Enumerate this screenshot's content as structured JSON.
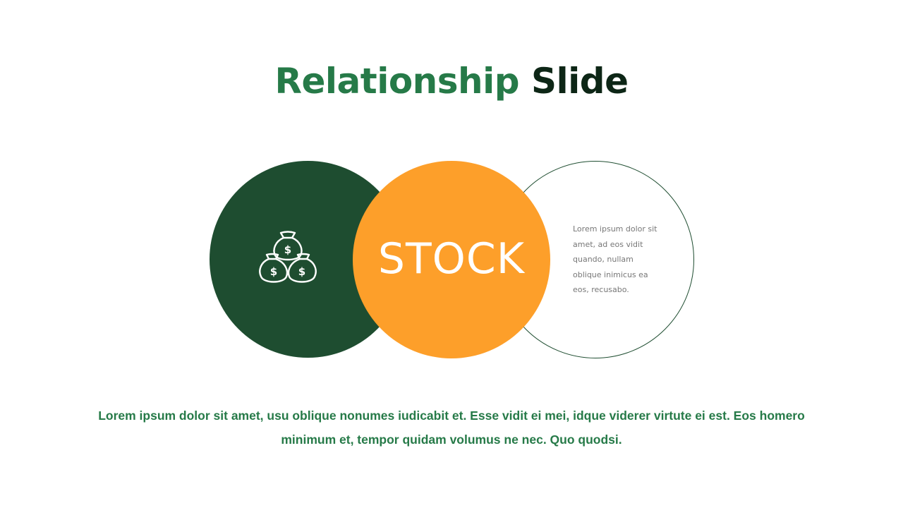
{
  "slide": {
    "title_part1": "Relationship",
    "title_part2": "Slide",
    "center_label": "STOCK",
    "left_icon": "money-bags-icon",
    "side_text": "Lorem ipsum dolor sit amet, ad eos vidit quando, nullam oblique inimicus ea eos, recusabo.",
    "body_text": "Lorem ipsum dolor sit amet, usu oblique nonumes iudicabit et. Esse vidit ei mei, idque viderer virtute ei est. Eos homero minimum et, tempor quidam volumus ne nec. Quo quodsi."
  },
  "colors": {
    "title_green": "#267a48",
    "title_dark": "#0d2616",
    "circle_green": "#1e4d30",
    "circle_orange": "#fd9f2a",
    "outline": "#1e4d30",
    "side_text": "#777777",
    "body_text": "#267a48"
  }
}
